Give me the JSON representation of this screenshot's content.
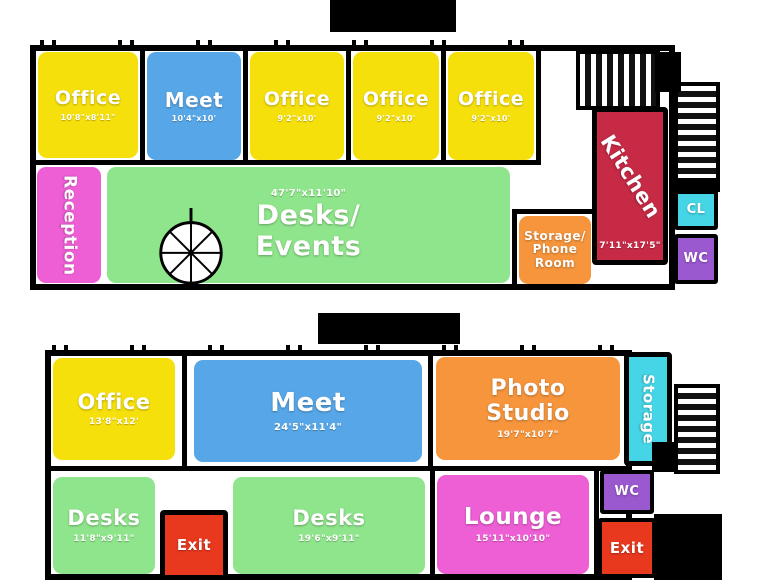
{
  "palette": {
    "yellow": "#f6e00c",
    "blue": "#57a7e8",
    "green": "#8fe58b",
    "pink": "#ee5fd5",
    "orange": "#f6953c",
    "kitchen_red": "#c62a45",
    "exit_red": "#e8391f",
    "cyan": "#45d5e6",
    "purple": "#9b59d0",
    "wall": "#000000"
  },
  "icons": {
    "spiral_staircase": "radial-spokes-circle",
    "stairs": "striped-steps"
  },
  "floors": [
    {
      "id": "first-floor",
      "rooms": [
        {
          "id": "office-1",
          "label": "Office",
          "dims": "10'8\"x8'11\""
        },
        {
          "id": "meet",
          "label": "Meet",
          "dims": "10'4\"x10'"
        },
        {
          "id": "office-2",
          "label": "Office",
          "dims": "9'2\"x10'"
        },
        {
          "id": "office-3",
          "label": "Office",
          "dims": "9'2\"x10'"
        },
        {
          "id": "office-4",
          "label": "Office",
          "dims": "9'2\"x10'"
        },
        {
          "id": "reception",
          "label": "Reception",
          "dims": ""
        },
        {
          "id": "desks-events",
          "label": "Desks/\nEvents",
          "dims": "47'7\"x11'10\""
        },
        {
          "id": "storage-phone-room",
          "label": "Storage/\nPhone\nRoom",
          "dims": ""
        },
        {
          "id": "kitchen",
          "label": "Kitchen",
          "dims": "7'11\"x17'5\""
        },
        {
          "id": "cl",
          "label": "CL",
          "dims": ""
        },
        {
          "id": "wc",
          "label": "WC",
          "dims": ""
        }
      ]
    },
    {
      "id": "second-floor",
      "rooms": [
        {
          "id": "office",
          "label": "Office",
          "dims": "13'8\"x12'"
        },
        {
          "id": "meet",
          "label": "Meet",
          "dims": "24'5\"x11'4\""
        },
        {
          "id": "photo-studio",
          "label": "Photo\nStudio",
          "dims": "19'7\"x10'7\""
        },
        {
          "id": "storage",
          "label": "Storage",
          "dims": ""
        },
        {
          "id": "desks-left",
          "label": "Desks",
          "dims": "11'8\"x9'11\""
        },
        {
          "id": "exit-1",
          "label": "Exit",
          "dims": ""
        },
        {
          "id": "desks-center",
          "label": "Desks",
          "dims": "19'6\"x9'11\""
        },
        {
          "id": "lounge",
          "label": "Lounge",
          "dims": "15'11\"x10'10\""
        },
        {
          "id": "wc",
          "label": "WC",
          "dims": ""
        },
        {
          "id": "exit-2",
          "label": "Exit",
          "dims": ""
        }
      ]
    }
  ]
}
